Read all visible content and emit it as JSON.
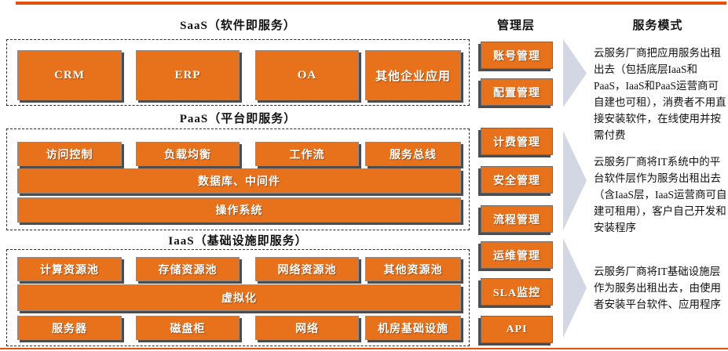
{
  "colors": {
    "box_orange": "#E8711C",
    "accent_line": "#E2500A",
    "box_shadow": "#4D4D4D",
    "arrow_fill": "#D3D6E3"
  },
  "saas": {
    "title": "SaaS（软件即服务）",
    "apps": [
      "CRM",
      "ERP",
      "OA",
      "其他企业应用"
    ]
  },
  "paas": {
    "title": "PaaS（平台即服务）",
    "row1": [
      "访问控制",
      "负载均衡",
      "工作流",
      "服务总线"
    ],
    "middleware": "数据库、中间件",
    "os": "操作系统"
  },
  "iaas": {
    "title": "IaaS（基础设施即服务）",
    "pools": [
      "计算资源池",
      "存储资源池",
      "网络资源池",
      "其他资源池"
    ],
    "virtualization": "虚拟化",
    "hardware": [
      "服务器",
      "磁盘柜",
      "网络",
      "机房基础设施"
    ]
  },
  "management": {
    "title": "管理层",
    "items": [
      "账号管理",
      "配置管理",
      "计费管理",
      "安全管理",
      "流程管理",
      "运维管理",
      "SLA监控",
      "API"
    ]
  },
  "service_modes": {
    "title": "服务模式",
    "notes": [
      "云服务厂商把应用服务出租出去（包括底层IaaS和PaaS，IaaS和PaaS运营商可自建也可租），消费者不用直接安装软件，在线使用并按需付费",
      "云服务厂商将IT系统中的平台软件层作为服务出租出去（含IaaS层，IaaS运营商可自建可租用），客户自己开发和安装程序",
      "云服务厂商将IT基础设施层作为服务出租出去，由使用者安装平台软件、应用程序"
    ]
  }
}
